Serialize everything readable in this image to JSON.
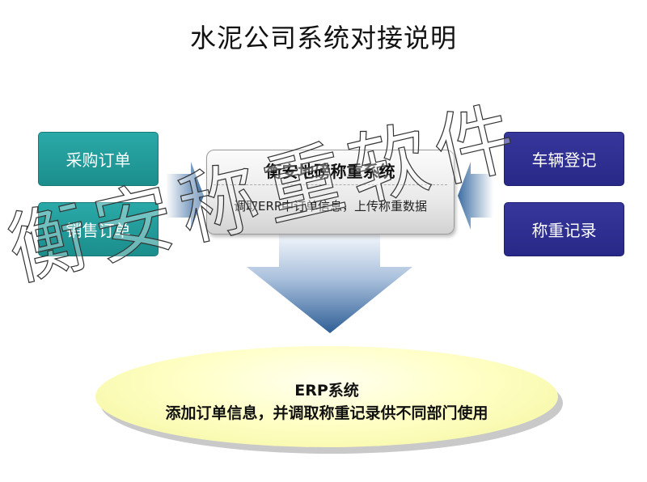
{
  "title": "水泥公司系统对接说明",
  "left_boxes": [
    "采购订单",
    "销售订单"
  ],
  "right_boxes": [
    "车辆登记",
    "称重记录"
  ],
  "center": {
    "title": "衡安地磅称重系统",
    "subtitle": "调取ERP中订单信息，上传称重数据"
  },
  "erp": {
    "title": "ERP系统",
    "subtitle": "添加订单信息，并调取称重记录供不同部门使用"
  },
  "watermark": "衡安称重软件",
  "colors": {
    "teal": "#1b8e8c",
    "navy": "#282888",
    "arrow": "#3d6ea3",
    "ellipse": "#ffffc6"
  }
}
